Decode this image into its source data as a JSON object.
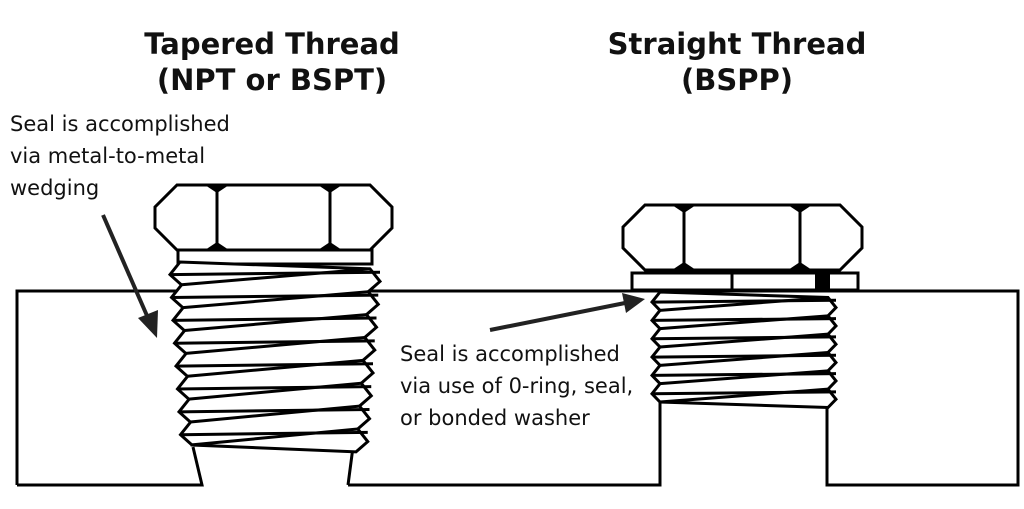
{
  "left": {
    "title_line1": "Tapered Thread",
    "title_line2": "(NPT or BSPT)",
    "note": [
      "Seal is accomplished",
      "via metal-to-metal",
      "wedging"
    ]
  },
  "right": {
    "title_line1": "Straight Thread",
    "title_line2": "(BSPP)",
    "note": [
      "Seal is accomplished",
      "via use of 0-ring, seal,",
      "or bonded washer"
    ]
  }
}
